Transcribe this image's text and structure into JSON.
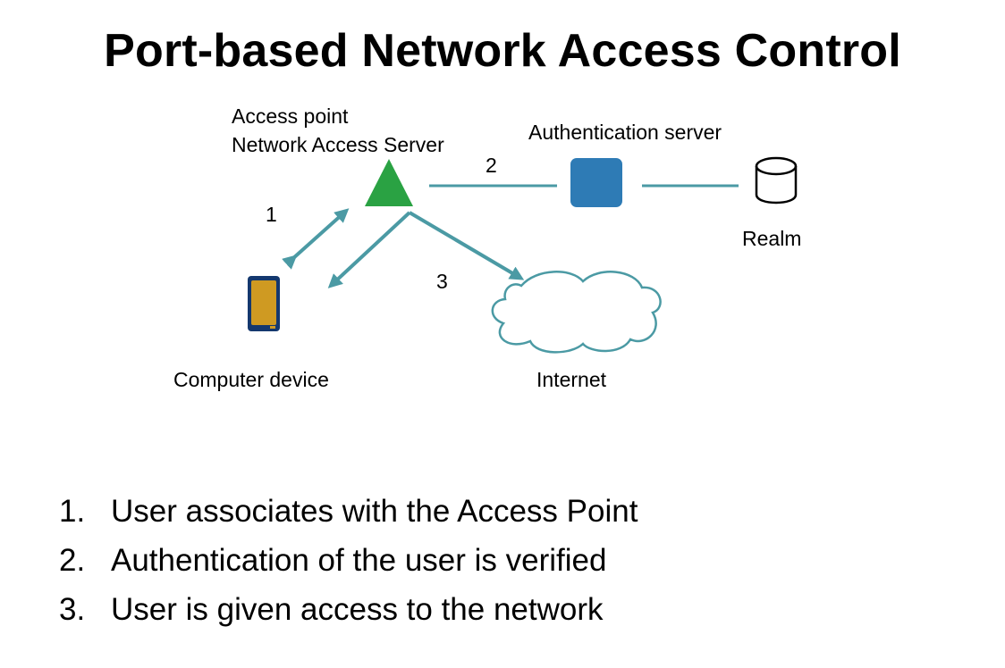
{
  "title": "Port-based Network Access Control",
  "diagram": {
    "access_point_line1": "Access point",
    "access_point_line2": "Network Access Server",
    "auth_server_label": "Authentication server",
    "realm_label": "Realm",
    "device_label": "Computer device",
    "internet_label": "Internet",
    "link_labels": {
      "one": "1",
      "two": "2",
      "three": "3"
    },
    "colors": {
      "access_point": "#2aa243",
      "auth_server": "#2e7bb5",
      "device_body": "#14386e",
      "device_screen": "#cf9a22",
      "links": "#4b9aa4"
    },
    "icons": {
      "access_point": "triangle-icon",
      "auth_server": "server-square-icon",
      "realm": "database-cylinder-icon",
      "device": "mobile-device-icon",
      "internet": "cloud-icon"
    }
  },
  "steps": [
    {
      "number": "1.",
      "text": "User associates with the Access Point"
    },
    {
      "number": "2.",
      "text": "Authentication of the user is verified"
    },
    {
      "number": "3.",
      "text": "User is given access to the network"
    }
  ]
}
